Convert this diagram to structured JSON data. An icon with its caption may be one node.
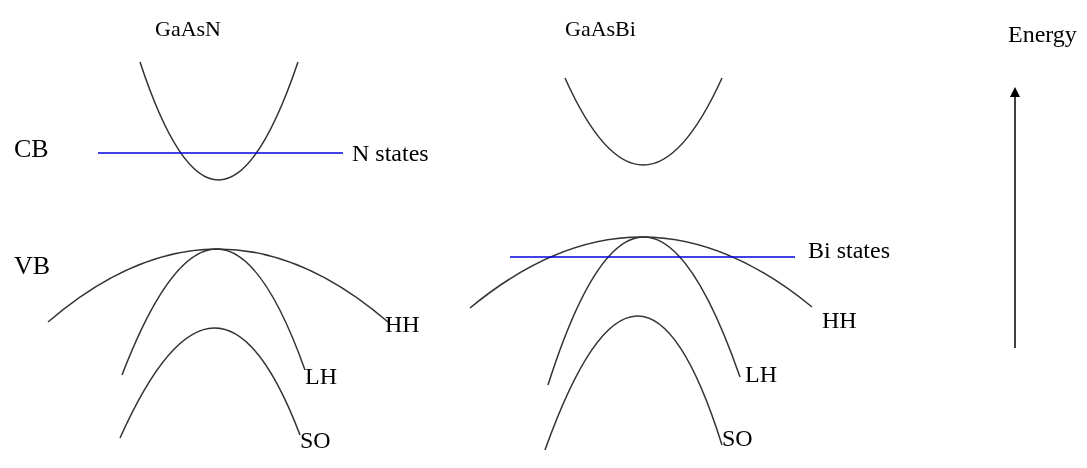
{
  "diagram": {
    "labels": [
      "GaAsN",
      "GaAsBi",
      "Energy",
      "CB",
      "N states",
      "VB",
      "Bi states",
      "HH",
      "HH",
      "LH",
      "LH",
      "SO",
      "SO"
    ]
  }
}
